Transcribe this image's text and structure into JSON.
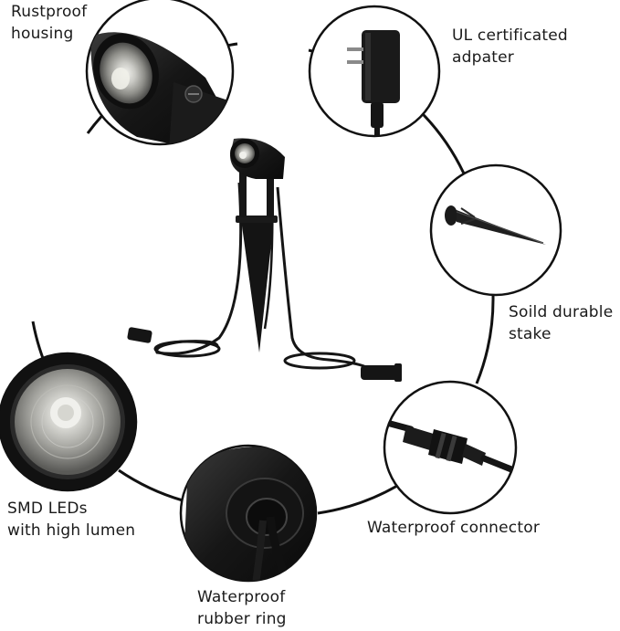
{
  "features": {
    "rustproof_housing": {
      "line1": "Rustproof",
      "line2": "housing",
      "icon": "spotlight-head-closeup"
    },
    "ul_adapter": {
      "line1": "UL certificated",
      "line2": "adpater",
      "icon": "power-adapter-plug"
    },
    "stake": {
      "line1": "Soild durable",
      "line2": "stake",
      "icon": "ground-stake"
    },
    "connector": {
      "line1": "Waterproof connector",
      "icon": "inline-cable-connector"
    },
    "rubber_ring": {
      "line1": "Waterproof",
      "line2": "rubber ring",
      "icon": "rubber-seal-closeup"
    },
    "smd_leds": {
      "line1": "SMD LEDs",
      "line2": "with high lumen",
      "icon": "led-lens-front"
    }
  },
  "colors": {
    "product_black": "#151515",
    "ring_line": "#111111",
    "text": "#1a1a1a",
    "background": "#ffffff"
  },
  "product_icon": "garden-spotlight-with-stake"
}
